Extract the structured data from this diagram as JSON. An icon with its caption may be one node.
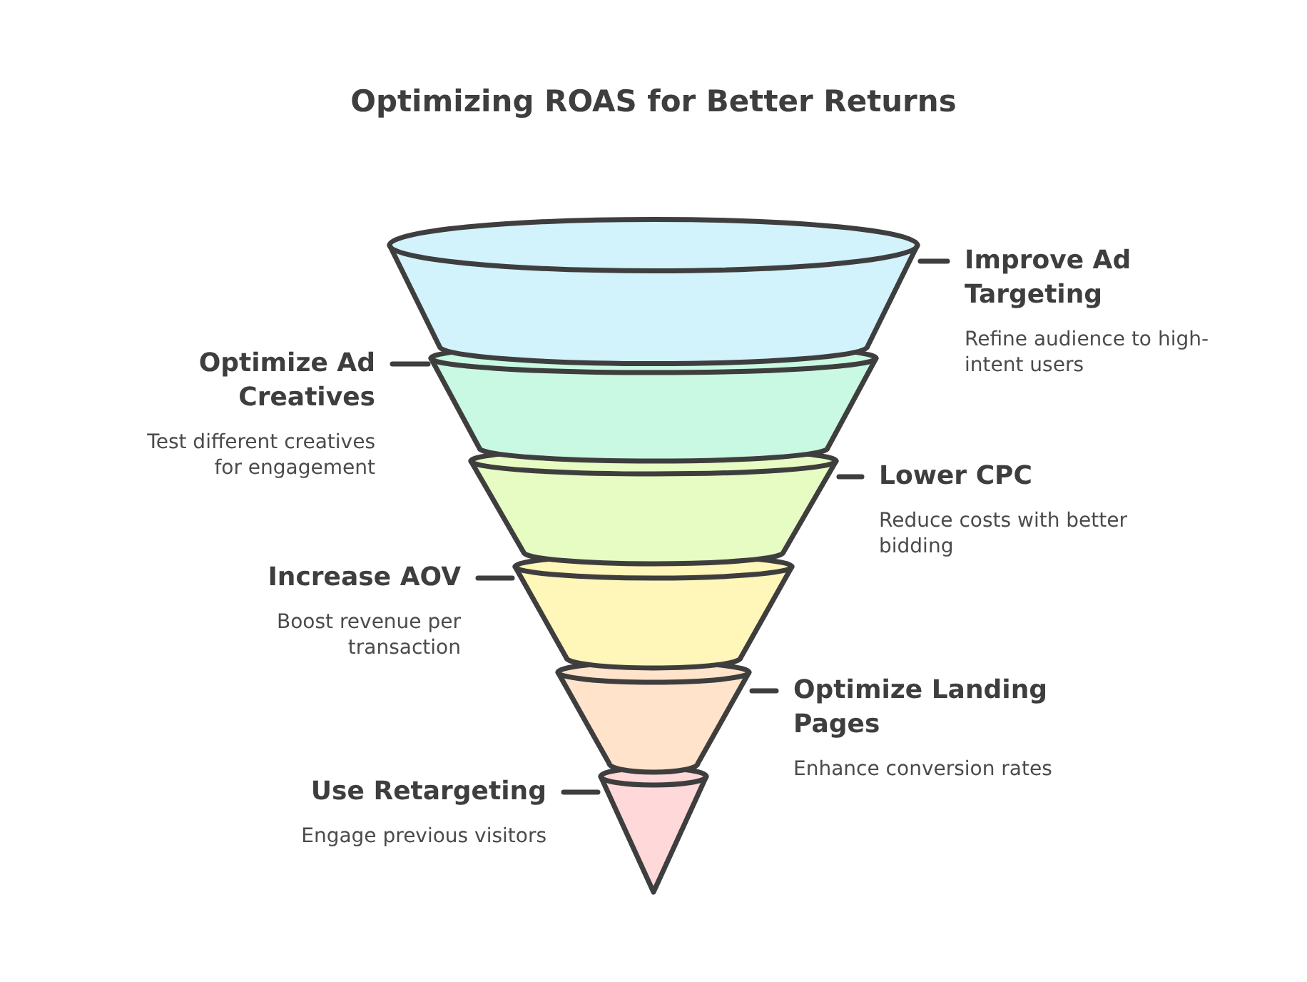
{
  "diagram": {
    "title": "Optimizing ROAS for Better Returns",
    "nodes": [
      {
        "text": [],
        "shape": "trapezoid"
      },
      {
        "text": [],
        "shape": "trapezoid"
      },
      {
        "text": [],
        "shape": "trapezoid"
      },
      {
        "text": [],
        "shape": "trapezoid"
      },
      {
        "text": [],
        "shape": "trapezoid"
      },
      {
        "text": [],
        "shape": "triangle"
      },
      {
        "text": [
          "Improve Ad Targeting",
          "Refine audience to high-intent users"
        ]
      },
      {
        "text": [
          "Optimize Ad Creatives",
          "Test different creatives for engagement"
        ]
      },
      {
        "text": [
          "Lower CPC",
          "Reduce costs with better bidding"
        ]
      },
      {
        "text": [
          "Increase AOV",
          "Boost revenue per transaction"
        ]
      },
      {
        "text": [
          "Optimize Landing Pages",
          "Enhance conversion rates"
        ]
      },
      {
        "text": [
          "Use Retargeting",
          "Engage previous visitors"
        ]
      }
    ],
    "edges": [
      {
        "from": 6,
        "to": 0,
        "arrow": "none"
      },
      {
        "from": 7,
        "to": 1,
        "arrow": "none"
      },
      {
        "from": 8,
        "to": 2,
        "arrow": "none"
      },
      {
        "from": 9,
        "to": 3,
        "arrow": "none"
      },
      {
        "from": 10,
        "to": 4,
        "arrow": "none"
      },
      {
        "from": 11,
        "to": 5,
        "arrow": "none"
      }
    ]
  }
}
